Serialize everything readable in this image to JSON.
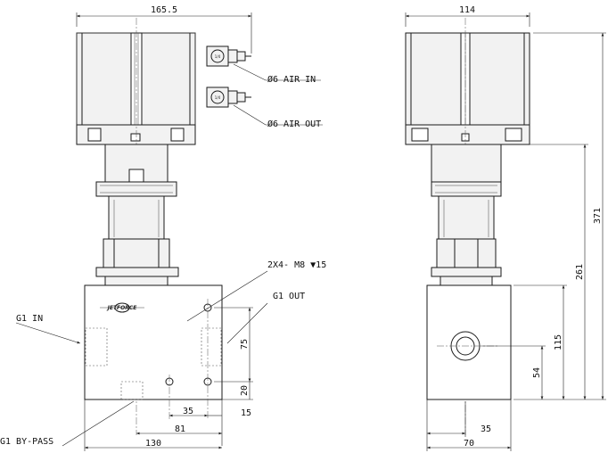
{
  "front_view": {
    "width_dim": "165.5",
    "air_in_label": "Ø6 AIR IN",
    "air_out_label": "Ø6 AIR OUT",
    "port_mark": "1/4",
    "logo": "JETFORCE",
    "threads_label": "2X4- M8 ▼15",
    "g1_out_label": "G1 OUT",
    "g1_in_label": "G1 IN",
    "g1_bypass_label": "G1 BY-PASS",
    "dim_75": "75",
    "dim_20": "20",
    "dim_35": "35",
    "dim_15": "15",
    "dim_81": "81",
    "dim_130": "130"
  },
  "side_view": {
    "width_dim": "114",
    "dim_371": "371",
    "dim_261": "261",
    "dim_115": "115",
    "dim_54": "54",
    "dim_35": "35",
    "dim_70": "70"
  }
}
